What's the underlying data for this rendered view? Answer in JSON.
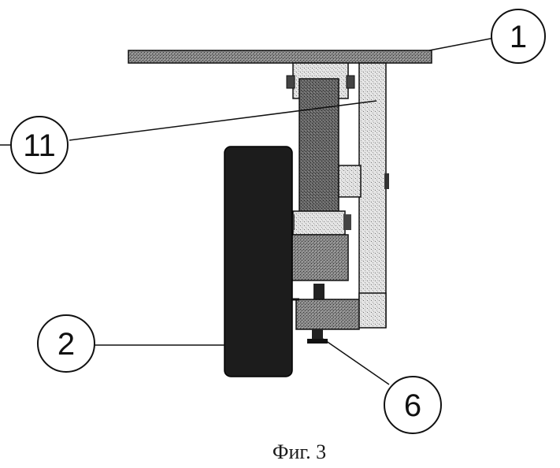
{
  "figure": {
    "caption": "Фиг. 3",
    "callouts": {
      "c1": "1",
      "c11": "11",
      "c2": "2",
      "c6": "6"
    },
    "colors": {
      "line": "#111111",
      "dark_fill": "#1c1c1c",
      "mid_fill": "#5a5a5a",
      "light_fill": "#d6d6d6",
      "background": "#ffffff"
    }
  }
}
